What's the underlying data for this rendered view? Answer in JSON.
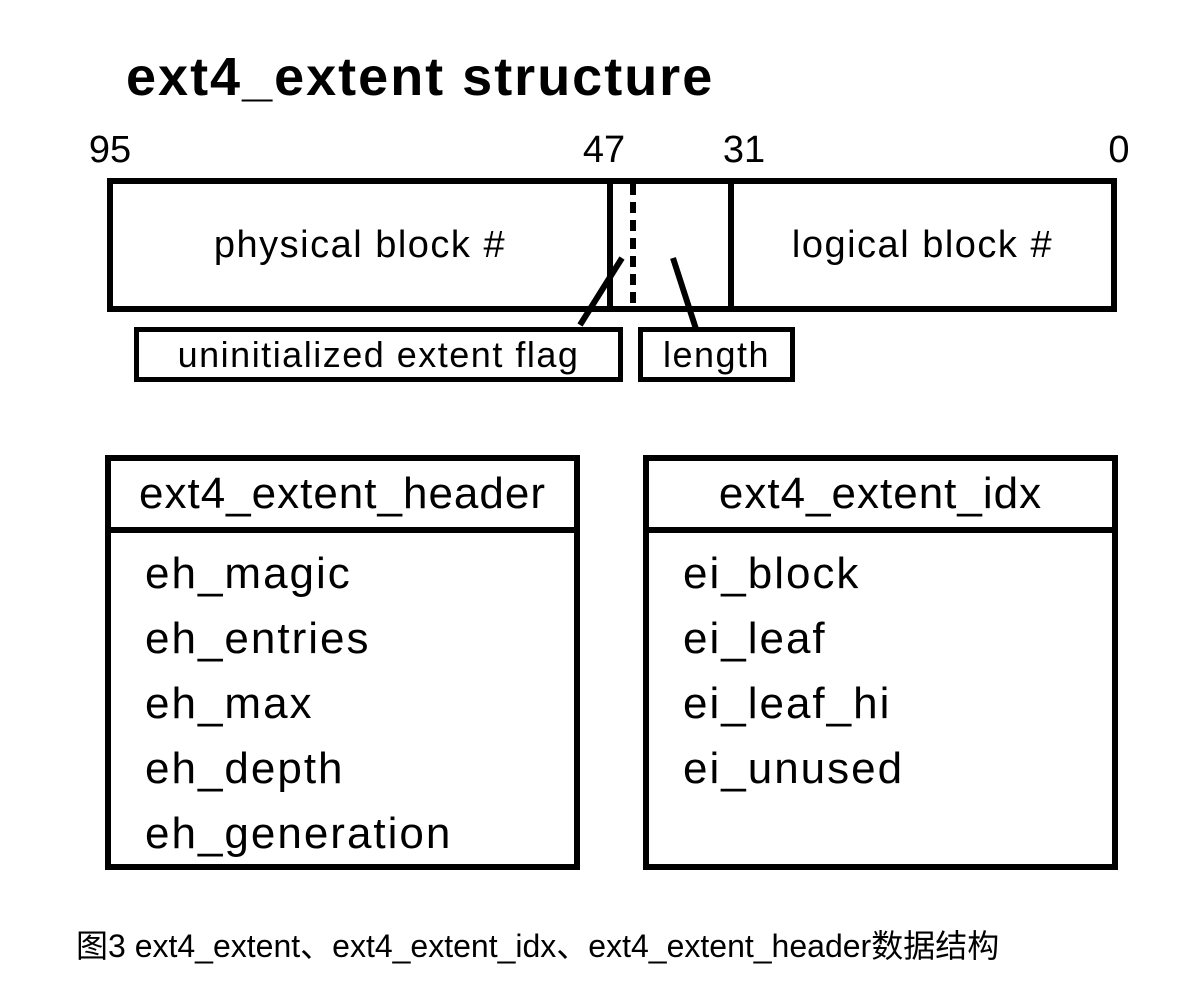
{
  "title": "ext4_extent structure",
  "bitfield": {
    "bits": {
      "b95": "95",
      "b47": "47",
      "b31": "31",
      "b0": "0"
    },
    "physical_label": "physical block #",
    "logical_label": "logical block #",
    "flag_callout": "uninitialized extent flag",
    "length_callout": "length"
  },
  "structs": {
    "header": {
      "name": "ext4_extent_header",
      "fields": [
        "eh_magic",
        "eh_entries",
        "eh_max",
        "eh_depth",
        "eh_generation"
      ]
    },
    "idx": {
      "name": "ext4_extent_idx",
      "fields": [
        "ei_block",
        "ei_leaf",
        "ei_leaf_hi",
        "ei_unused"
      ]
    }
  },
  "caption": "图3 ext4_extent、ext4_extent_idx、ext4_extent_header数据结构",
  "colors": {
    "ink": "#000000",
    "background": "#ffffff"
  }
}
